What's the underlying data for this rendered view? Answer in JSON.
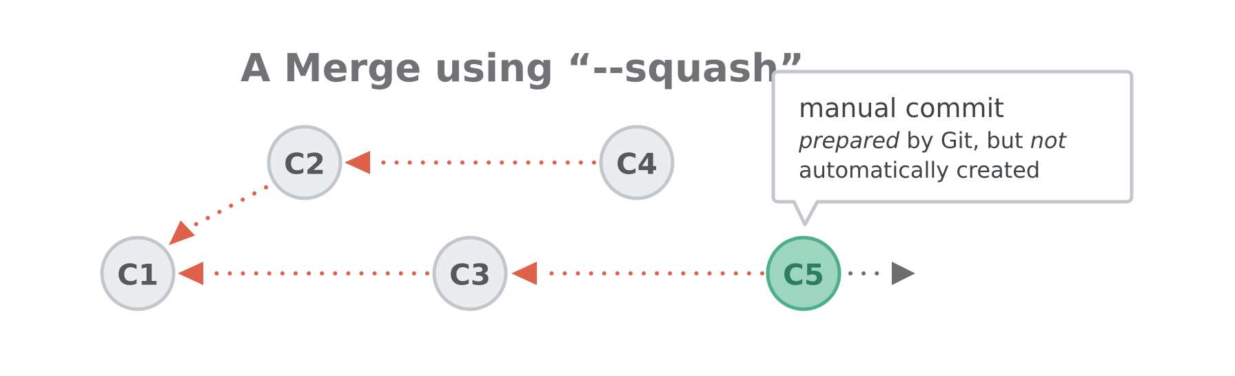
{
  "title": "A Merge using “--squash”",
  "commits": {
    "c1": "C1",
    "c2": "C2",
    "c3": "C3",
    "c4": "C4",
    "c5": "C5"
  },
  "callout": {
    "title": "manual commit",
    "line2_em1": "prepared",
    "line2_mid": " by Git, but ",
    "line2_em2": "not",
    "line3": "automatically created"
  },
  "colors": {
    "arrow": "#e0614a",
    "highlight_fill": "#9dd6bf",
    "highlight_stroke": "#4caf88",
    "node_fill": "#ebecf0",
    "node_stroke": "#c3c6cb"
  }
}
